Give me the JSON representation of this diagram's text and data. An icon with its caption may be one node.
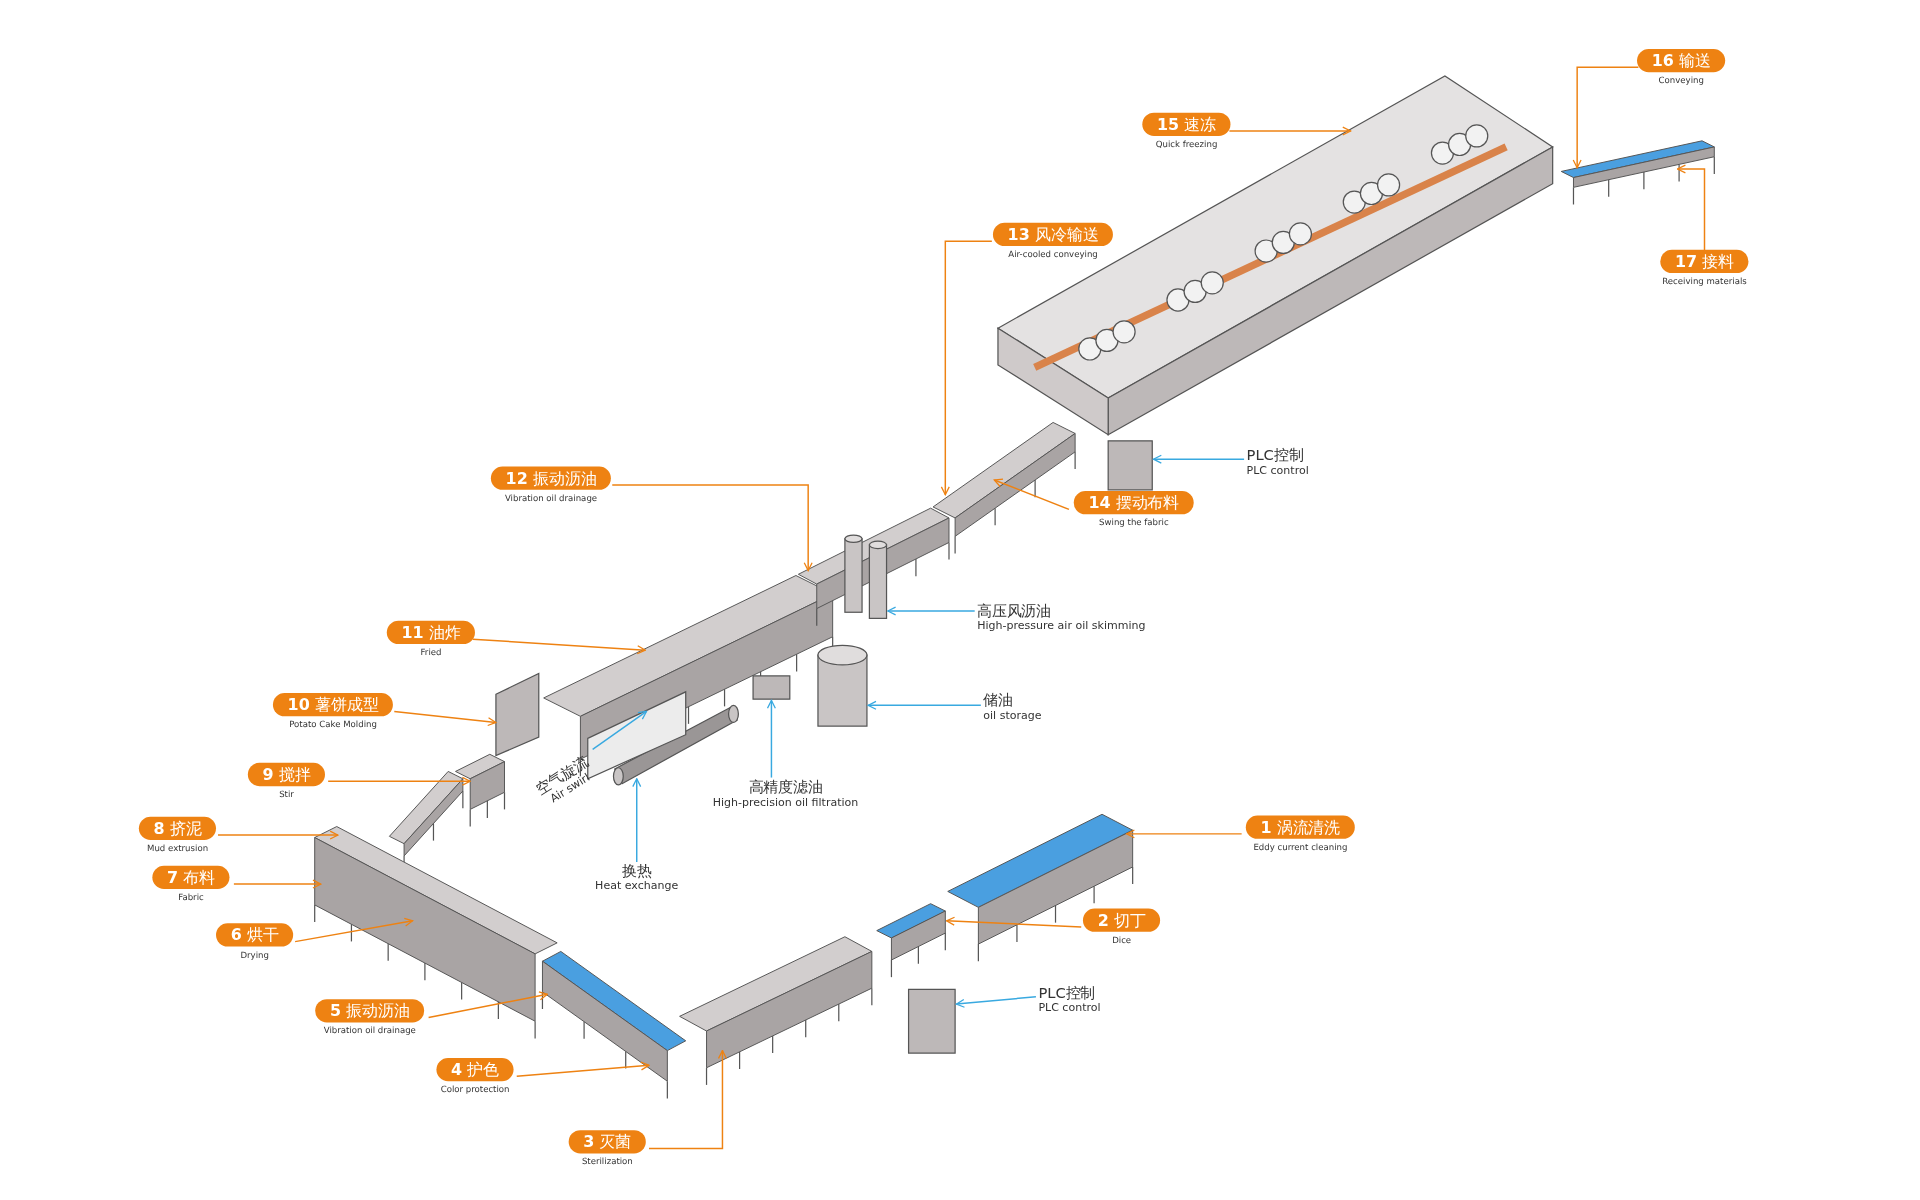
{
  "diagram": {
    "nodes": [
      {
        "text": [
          "**1** 涡流清洗"
        ],
        "beside": [
          "Eddy current cleaning"
        ]
      },
      {
        "text": [
          "**2** 切丁"
        ],
        "beside": [
          "Dice"
        ]
      },
      {
        "text": [
          "**3** 灭菌"
        ],
        "beside": [
          "Sterilization"
        ]
      },
      {
        "text": [
          "**4** 护色"
        ],
        "beside": [
          "Color protection"
        ]
      },
      {
        "text": [
          "**5** 振动沥油"
        ],
        "beside": [
          "Vibration oil drainage"
        ]
      },
      {
        "text": [
          "**6** 烘干"
        ],
        "beside": [
          "Drying"
        ]
      },
      {
        "text": [
          "**7** 布料"
        ],
        "beside": [
          "Fabric"
        ]
      },
      {
        "text": [
          "**8** 挤泥"
        ],
        "beside": [
          "Mud extrusion"
        ]
      },
      {
        "text": [
          "**9** 搅拌"
        ],
        "beside": [
          "Stir"
        ]
      },
      {
        "text": [
          "**10** 薯饼成型"
        ],
        "beside": [
          "Potato Cake Molding"
        ]
      },
      {
        "text": [
          "**11** 油炸"
        ],
        "beside": [
          "Fried"
        ]
      },
      {
        "text": [
          "**12** 振动沥油"
        ],
        "beside": [
          "Vibration oil drainage"
        ]
      },
      {
        "text": [
          "**13** 风冷输送"
        ],
        "beside": [
          "Air-cooled conveying"
        ]
      },
      {
        "text": [
          "**14** 摆动布料"
        ],
        "beside": [
          "Swing the fabric"
        ]
      },
      {
        "text": [
          "**15** 速冻"
        ],
        "beside": [
          "Quick freezing"
        ]
      },
      {
        "text": [
          "**16** 输送"
        ],
        "beside": [
          "Conveying"
        ]
      },
      {
        "text": [
          "**17** 接料"
        ],
        "beside": [
          "Receiving materials"
        ]
      },
      {
        "text": [
          "PLC控制",
          "PLC control"
        ]
      },
      {
        "text": [
          "高压风沥油",
          "High-pressure air oil skimming"
        ]
      },
      {
        "text": [
          "储油",
          "oil storage"
        ]
      },
      {
        "text": [
          "高精度滤油",
          "High-precision oil filtration"
        ]
      },
      {
        "text": [
          "空气旋流",
          "Air swirl"
        ]
      },
      {
        "text": [
          "换热",
          "Heat exchange"
        ]
      },
      {
        "text": [
          "PLC控制",
          "PLC control"
        ]
      },
      {
        "text": [],
        "shape": "box"
      },
      {
        "text": [],
        "shape": "box"
      },
      {
        "text": [],
        "shape": "cylinder"
      },
      {
        "text": [],
        "shape": "box"
      },
      {
        "text": [],
        "shape": "box"
      },
      {
        "text": [],
        "shape": "box"
      },
      {
        "text": [],
        "shape": "box"
      },
      {
        "text": [],
        "shape": "box"
      },
      {
        "text": [],
        "shape": "box"
      },
      {
        "text": [],
        "shape": "box"
      },
      {
        "text": [],
        "shape": "box"
      },
      {
        "text": [],
        "shape": "box"
      },
      {
        "text": [],
        "shape": "box"
      },
      {
        "text": [],
        "shape": "box"
      },
      {
        "text": [],
        "shape": "cylinder"
      },
      {
        "text": [],
        "shape": "cylinder"
      },
      {
        "text": [],
        "shape": "box"
      },
      {
        "text": [],
        "shape": "box"
      },
      {
        "text": [],
        "shape": "box"
      }
    ],
    "edges": [
      {
        "from": 0,
        "to": 27,
        "arrow": "to"
      },
      {
        "from": 1,
        "to": 28,
        "arrow": "to"
      },
      {
        "from": 2,
        "to": 29,
        "arrow": "to"
      },
      {
        "from": 3,
        "to": 30,
        "arrow": "to"
      },
      {
        "from": 4,
        "to": 31,
        "arrow": "to"
      },
      {
        "from": 5,
        "to": 31,
        "arrow": "to"
      },
      {
        "from": 6,
        "to": 31,
        "arrow": "to"
      },
      {
        "from": 7,
        "to": 31,
        "arrow": "to"
      },
      {
        "from": 8,
        "to": 32,
        "arrow": "to"
      },
      {
        "from": 9,
        "to": 24,
        "arrow": "to"
      },
      {
        "from": 10,
        "to": 33,
        "arrow": "to"
      },
      {
        "from": 11,
        "to": 34,
        "arrow": "to"
      },
      {
        "from": 12,
        "to": 35,
        "arrow": "to"
      },
      {
        "from": 13,
        "to": 35,
        "arrow": "to"
      },
      {
        "from": 14,
        "to": 36,
        "arrow": "to"
      },
      {
        "from": 15,
        "to": 37,
        "arrow": "to"
      },
      {
        "from": 16,
        "to": 37,
        "arrow": "to"
      },
      {
        "from": 17,
        "to": 25,
        "arrow": "to",
        "color": "#39a9e0"
      },
      {
        "from": 18,
        "to": 38,
        "arrow": "to",
        "color": "#39a9e0"
      },
      {
        "from": 19,
        "to": 39,
        "arrow": "to",
        "color": "#39a9e0"
      },
      {
        "from": 20,
        "to": 40,
        "arrow": "to",
        "color": "#39a9e0"
      },
      {
        "from": 21,
        "to": 41,
        "arrow": "to",
        "color": "#39a9e0"
      },
      {
        "from": 22,
        "to": 26,
        "arrow": "to",
        "color": "#39a9e0"
      },
      {
        "from": 23,
        "to": 42,
        "arrow": "to",
        "color": "#39a9e0"
      }
    ]
  }
}
